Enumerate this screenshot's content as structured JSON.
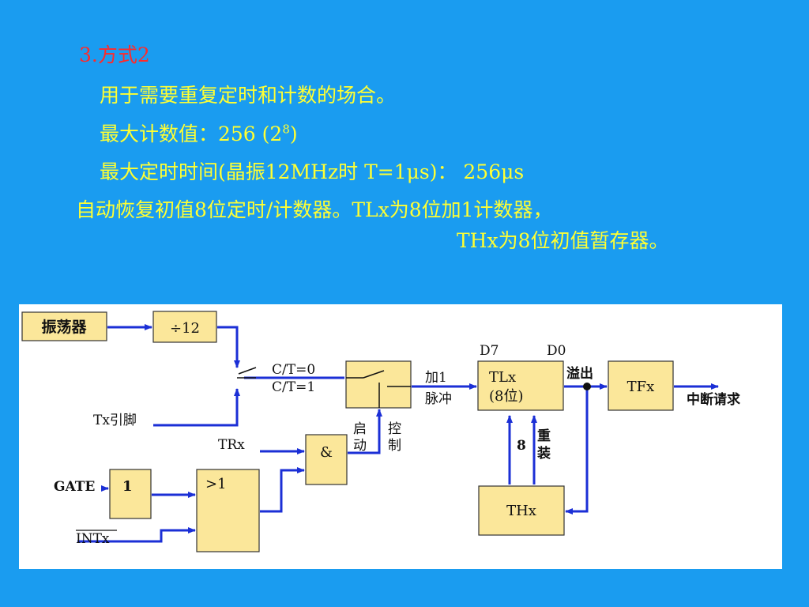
{
  "slide": {
    "title": "3.方式2",
    "line1": "用于需要重复定时和计数的场合。",
    "line2_prefix": "最大计数值：256 (2",
    "line2_sup": "8",
    "line2_suffix": ")",
    "line3": "最大定时时间(晶振12MHz时 T=1μs)： 256μs",
    "line4": "自动恢复初值8位定时/计数器。TLx为8位加1计数器，",
    "line5": "THx为8位初值暂存器。"
  },
  "diagram": {
    "colors": {
      "block_fill": "#fbe79a",
      "wire": "#1b2fd6",
      "text": "#111111"
    },
    "blocks": {
      "osc": "振荡器",
      "div": "÷12",
      "tlx_line1": "TLx",
      "tlx_line2": "(8位)",
      "tfx": "TFx",
      "and": "&",
      "inv": "1",
      "or": ">1",
      "thx": "THx"
    },
    "labels": {
      "ct0": "C/T=0",
      "ct1": "C/T=1",
      "tx_pin": "Tx引脚",
      "trx": "TRx",
      "gate": "GATE",
      "intx": "INTx",
      "start_1": "启",
      "start_2": "动",
      "ctrl_1": "控",
      "ctrl_2": "制",
      "add1": "加1",
      "pulse": "脉冲",
      "d7": "D7",
      "d0": "D0",
      "overflow": "溢出",
      "interrupt": "中断请求",
      "reload_1": "重",
      "reload_2": "装",
      "bus_width": "8"
    }
  }
}
